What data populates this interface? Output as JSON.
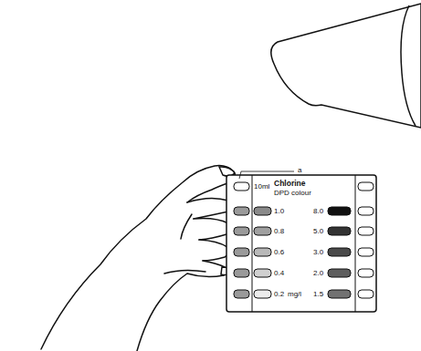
{
  "diagram": {
    "labels": [
      "a",
      "10ml",
      "Chlorine",
      "DPD colour",
      "1.0",
      "0.8",
      "0.6",
      "0.4",
      "0.2",
      "mg/l",
      "8.0",
      "5.0",
      "3.0",
      "2.0",
      "1.5"
    ]
  }
}
